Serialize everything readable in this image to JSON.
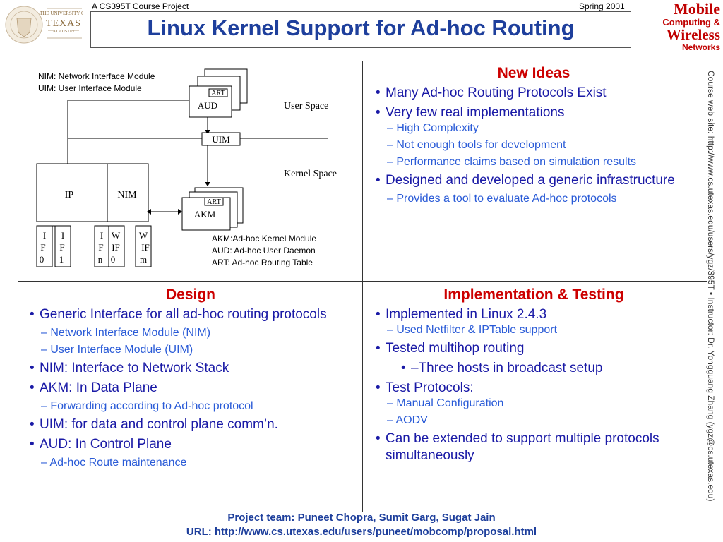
{
  "header": {
    "course": "A CS395T Course Project",
    "term": "Spring 2001",
    "title": "Linux Kernel Support for Ad-hoc Routing",
    "ut_logo": {
      "line1": "THE UNIVERSITY OF",
      "line2": "TEXAS",
      "line3": "AT AUSTIN"
    },
    "mcw_logo": {
      "line1": "Mobile",
      "line2": "Computing &",
      "line3": "Wireless",
      "line4": "Networks"
    }
  },
  "side_text": "Course web site: http://www.cs.utexas.edu/users/ygz/395T • Instructor: Dr. Yongguang Zhang (ygz@cs.utexas.edu)",
  "diagram": {
    "legend_top": [
      "NIM: Network Interface Module",
      "UIM: User Interface Module"
    ],
    "legend_bottom": [
      "AKM:Ad-hoc Kernel Module",
      "AUD: Ad-hoc User Daemon",
      "ART: Ad-hoc Routing Table"
    ],
    "user_space": "User Space",
    "kernel_space": "Kernel Space",
    "aud": "AUD",
    "art": "ART",
    "uim": "UIM",
    "akm": "AKM",
    "ip": "IP",
    "nim": "NIM",
    "interfaces": [
      {
        "c1": "I",
        "c2": "F",
        "c3": "0"
      },
      {
        "c1": "I",
        "c2": "F",
        "c3": "1"
      },
      {
        "c1": "I",
        "c2": "F",
        "c3": "n"
      },
      {
        "c1": "W",
        "c2": "IF",
        "c3": "0"
      },
      {
        "c1": "W",
        "c2": "IF",
        "c3": "m"
      }
    ]
  },
  "new_ideas": {
    "title": "New Ideas",
    "items": [
      "Many Ad-hoc Routing Protocols Exist",
      "Very few real implementations",
      "High Complexity",
      "Not enough tools for development",
      "Performance claims based on simulation results",
      "Designed and developed a generic infrastructure",
      "Provides a tool to evaluate Ad-hoc protocols"
    ]
  },
  "design": {
    "title": "Design",
    "items": [
      "Generic Interface for all ad-hoc routing protocols",
      "Network Interface Module (NIM)",
      "User Interface Module (UIM)",
      "NIM: Interface to Network Stack",
      "AKM: In Data Plane",
      "Forwarding according to Ad-hoc protocol",
      "UIM: for data and control plane comm’n.",
      "AUD: In Control Plane",
      "Ad-hoc Route maintenance"
    ]
  },
  "implementation": {
    "title": "Implementation & Testing",
    "items": [
      "Implemented in Linux 2.4.3",
      "Used Netfilter & IPTable support",
      "Tested multihop routing",
      "Three hosts in broadcast setup",
      "Test Protocols:",
      "Manual Configuration",
      "AODV",
      "Can be extended to support multiple protocols simultaneously"
    ]
  },
  "footer": {
    "team": "Project team: Puneet Chopra, Sumit Garg, Sugat Jain",
    "url": "URL: http://www.cs.utexas.edu/users/puneet/mobcomp/proposal.html"
  },
  "colors": {
    "title_blue": "#1e3f9c",
    "heading_red": "#cc0000",
    "text_blue": "#1a1aa6",
    "sub_blue": "#2a5bd7"
  }
}
